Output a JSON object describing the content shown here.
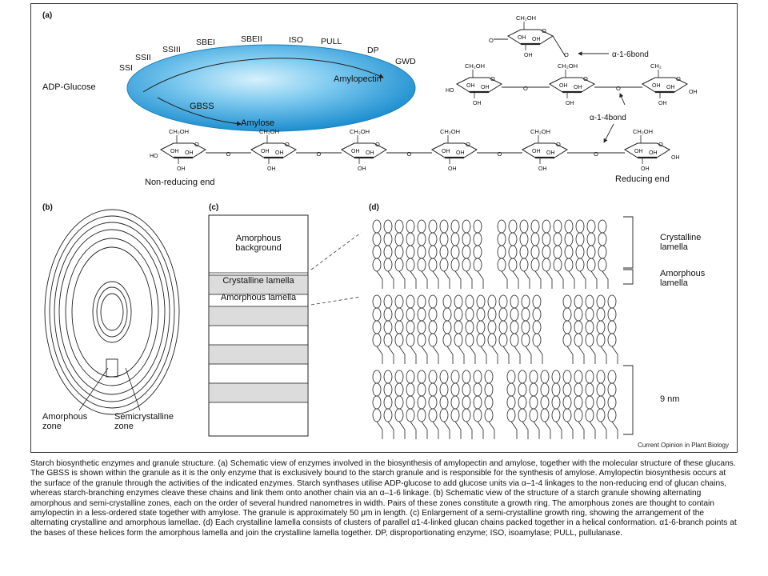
{
  "panels": {
    "a": "(a)",
    "b": "(b)",
    "c": "(c)",
    "d": "(d)"
  },
  "panel_a": {
    "substrate": "ADP-Glucose",
    "enzymes": [
      "SSI",
      "SSII",
      "SSIII",
      "SBEI",
      "SBEII",
      "ISO",
      "PULL",
      "DP",
      "GWD"
    ],
    "gbss": "GBSS",
    "amylose": "Amylose",
    "amylopectin": "Amylopectin",
    "bond16": "α-1-6bond",
    "bond14": "α-1-4bond",
    "non_reducing_end": "Non-reducing end",
    "reducing_end": "Reducing end",
    "ch2oh": "CH₂OH",
    "ch2": "CH₂",
    "oh": "OH",
    "ho": "HO",
    "o": "O"
  },
  "panel_b": {
    "amorphous_zone": [
      "Amorphous",
      "zone"
    ],
    "semicrystalline_zone": [
      "Semicrystalline",
      "zone"
    ]
  },
  "panel_c": {
    "amorphous_background": [
      "Amorphous",
      "background"
    ],
    "crystalline_lamella": "Crystalline lamella",
    "amorphous_lamella": "Amorphous lamella"
  },
  "panel_d": {
    "crystalline_lamella": [
      "Crystalline",
      "lamella"
    ],
    "amorphous_lamella": [
      "Amorphous",
      "lamella"
    ],
    "nine_nm": "9 nm"
  },
  "credit": "Current Opinion in Plant Biology",
  "caption": "Starch biosynthetic enzymes and granule structure. (a) Schematic view of enzymes involved in the biosynthesis of amylopectin and amylose, together with the molecular structure of these glucans. The GBSS is shown within the granule as it is the only enzyme that is exclusively bound to the starch granule and is responsible for the synthesis of amylose. Amylopectin biosynthesis occurs at the surface of the granule through the activities of the indicated enzymes. Starch synthases utilise ADP-glucose to add glucose units via α–1-4 linkages to the non-reducing end of glucan chains, whereas starch-branching enzymes cleave these chains and link them onto another chain via an α–1-6 linkage. (b) Schematic view of the structure of a starch granule showing alternating amorphous and semi-crystalline zones, each on the order of several hundred nanometres in width. Pairs of these zones constitute a growth ring. The amorphous zones are thought to contain amylopectin in a less-ordered state together with amylose. The granule is approximately 50 μm in length. (c) Enlargement of a semi-crystalline growth ring, showing the arrangement of the alternating crystalline and amorphous lamellae. (d) Each crystalline lamella consists of clusters of parallel α1-4-linked glucan chains packed together in a helical conformation. α1-6-branch points at the bases of these helices form the amorphous lamella and join the crystalline lamella together. DP, disproportionating enzyme; ISO, isoamylase; PULL, pullulanase.",
  "colors": {
    "granule_light": "#a8ddf5",
    "granule_dark": "#1f9ad6",
    "lamella_fill": "#dcdcdc",
    "line": "#222222"
  }
}
